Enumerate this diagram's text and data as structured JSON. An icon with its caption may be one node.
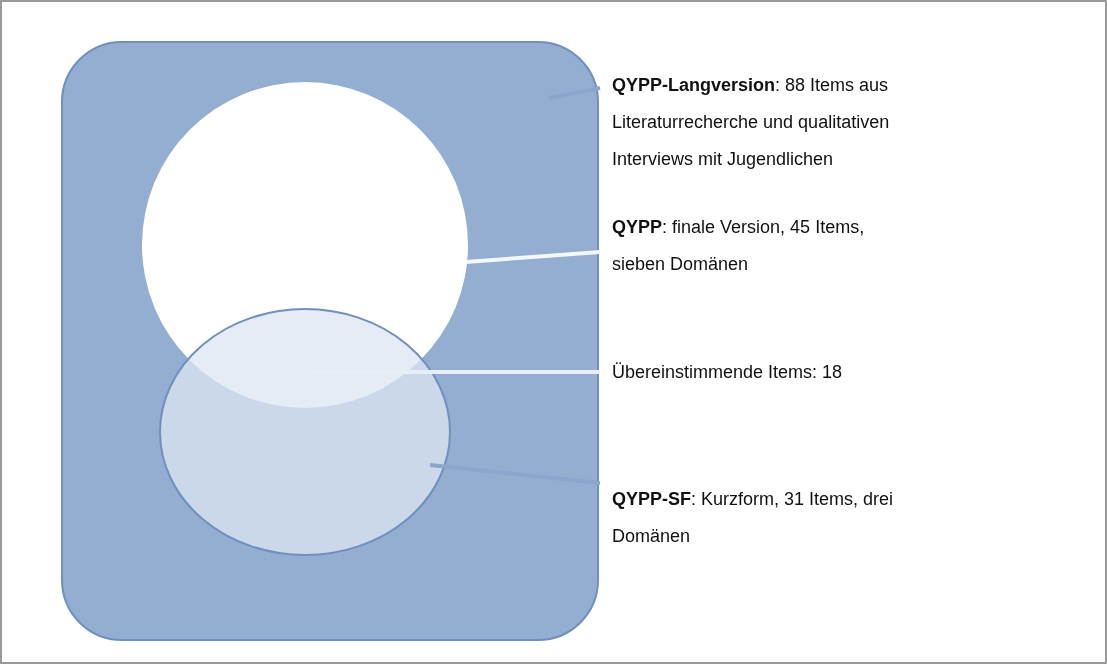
{
  "diagram": {
    "nodes": [
      {
        "text": [],
        "shape": "box"
      },
      {
        "text": [],
        "shape": "circle",
        "in": 0
      },
      {
        "text": [],
        "shape": "circle",
        "in": 0
      },
      {
        "text": [
          "**QYPP-Langversion**: 88 Items aus Literaturrecherche und qualitativen Interviews mit Jugendlichen"
        ]
      },
      {
        "text": [
          "**QYPP**: finale Version, 45 Items, sieben Domänen"
        ]
      },
      {
        "text": [
          "Übereinstimmende Items: 18"
        ]
      },
      {
        "text": [
          "**QYPP-SF**: Kurzform, 31 Items, drei Domänen"
        ]
      }
    ],
    "edges": [
      {
        "from": 3,
        "to": 0,
        "arrow": "none"
      },
      {
        "from": 4,
        "to": 1,
        "arrow": "none",
        "color": "#f4f7fb"
      },
      {
        "from": 5,
        "to": 2,
        "arrow": "none",
        "color": "#e8eef7"
      },
      {
        "from": 6,
        "to": 2,
        "arrow": "none"
      }
    ]
  }
}
